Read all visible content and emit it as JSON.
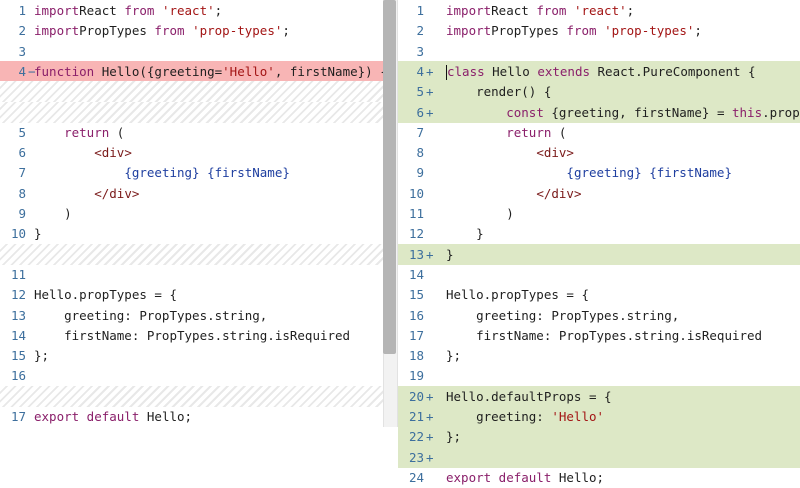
{
  "left_pane": {
    "rows": [
      {
        "num": "1",
        "marker": "",
        "style": "",
        "tokens": [
          [
            "kw",
            "import"
          ],
          [
            "",
            "React "
          ],
          [
            "kw",
            "from "
          ],
          [
            "str",
            "'react'"
          ],
          [
            "",
            ";"
          ]
        ]
      },
      {
        "num": "2",
        "marker": "",
        "style": "",
        "tokens": [
          [
            "kw",
            "import"
          ],
          [
            "",
            "PropTypes "
          ],
          [
            "kw",
            "from "
          ],
          [
            "str",
            "'prop-types'"
          ],
          [
            "",
            ";"
          ]
        ]
      },
      {
        "num": "3",
        "marker": "",
        "style": "",
        "tokens": []
      },
      {
        "num": "4",
        "marker": "−",
        "style": "removed",
        "tokens": [
          [
            "kw",
            "function "
          ],
          [
            "",
            "Hello({greeting="
          ],
          [
            "str",
            "'Hello'"
          ],
          [
            "",
            ", firstName}) {"
          ]
        ]
      },
      {
        "num": "",
        "marker": "",
        "style": "placeholder",
        "tokens": []
      },
      {
        "num": "",
        "marker": "",
        "style": "placeholder",
        "tokens": []
      },
      {
        "num": "5",
        "marker": "",
        "style": "",
        "tokens": [
          [
            "",
            "    "
          ],
          [
            "kw",
            "return"
          ],
          [
            "",
            " ("
          ]
        ]
      },
      {
        "num": "6",
        "marker": "",
        "style": "",
        "tokens": [
          [
            "",
            "        "
          ],
          [
            "tag",
            "<div>"
          ]
        ]
      },
      {
        "num": "7",
        "marker": "",
        "style": "",
        "tokens": [
          [
            "",
            "            "
          ],
          [
            "attr",
            "{greeting} {firstName}"
          ]
        ]
      },
      {
        "num": "8",
        "marker": "",
        "style": "",
        "tokens": [
          [
            "",
            "        "
          ],
          [
            "tag",
            "</div>"
          ]
        ]
      },
      {
        "num": "9",
        "marker": "",
        "style": "",
        "tokens": [
          [
            "",
            "    )"
          ]
        ]
      },
      {
        "num": "10",
        "marker": "",
        "style": "",
        "tokens": [
          [
            "",
            "}"
          ]
        ]
      },
      {
        "num": "",
        "marker": "",
        "style": "placeholder",
        "tokens": []
      },
      {
        "num": "11",
        "marker": "",
        "style": "",
        "tokens": []
      },
      {
        "num": "12",
        "marker": "",
        "style": "",
        "tokens": [
          [
            "",
            "Hello.propTypes = {"
          ]
        ]
      },
      {
        "num": "13",
        "marker": "",
        "style": "",
        "tokens": [
          [
            "",
            "    greeting: PropTypes.string,"
          ]
        ]
      },
      {
        "num": "14",
        "marker": "",
        "style": "",
        "tokens": [
          [
            "",
            "    firstName: PropTypes.string.isRequired"
          ]
        ]
      },
      {
        "num": "15",
        "marker": "",
        "style": "",
        "tokens": [
          [
            "",
            "};"
          ]
        ]
      },
      {
        "num": "16",
        "marker": "",
        "style": "",
        "tokens": []
      },
      {
        "num": "",
        "marker": "",
        "style": "placeholder",
        "tokens": []
      },
      {
        "num": "17",
        "marker": "",
        "style": "",
        "tokens": [
          [
            "kw",
            "export default "
          ],
          [
            "",
            "Hello;"
          ]
        ]
      }
    ]
  },
  "right_pane": {
    "rows": [
      {
        "num": "1",
        "marker": "",
        "style": "",
        "tokens": [
          [
            "kw",
            "import"
          ],
          [
            "",
            "React "
          ],
          [
            "kw",
            "from "
          ],
          [
            "str",
            "'react'"
          ],
          [
            "",
            ";"
          ]
        ]
      },
      {
        "num": "2",
        "marker": "",
        "style": "",
        "tokens": [
          [
            "kw",
            "import"
          ],
          [
            "",
            "PropTypes "
          ],
          [
            "kw",
            "from "
          ],
          [
            "str",
            "'prop-types'"
          ],
          [
            "",
            ";"
          ]
        ]
      },
      {
        "num": "3",
        "marker": "",
        "style": "",
        "tokens": []
      },
      {
        "num": "4",
        "marker": "+",
        "style": "added",
        "tokens": [
          [
            "kw",
            "class "
          ],
          [
            "",
            "Hello "
          ],
          [
            "kw",
            "extends "
          ],
          [
            "",
            "React.PureComponent {"
          ]
        ]
      },
      {
        "num": "5",
        "marker": "+",
        "style": "added",
        "tokens": [
          [
            "",
            "    render() {"
          ]
        ]
      },
      {
        "num": "6",
        "marker": "+",
        "style": "added",
        "tokens": [
          [
            "",
            "        "
          ],
          [
            "kw",
            "const "
          ],
          [
            "",
            "{greeting, firstName} = "
          ],
          [
            "kw",
            "this"
          ],
          [
            "",
            ".props;"
          ]
        ]
      },
      {
        "num": "7",
        "marker": "",
        "style": "",
        "tokens": [
          [
            "",
            "        "
          ],
          [
            "kw",
            "return"
          ],
          [
            "",
            " ("
          ]
        ]
      },
      {
        "num": "8",
        "marker": "",
        "style": "",
        "tokens": [
          [
            "",
            "            "
          ],
          [
            "tag",
            "<div>"
          ]
        ]
      },
      {
        "num": "9",
        "marker": "",
        "style": "",
        "tokens": [
          [
            "",
            "                "
          ],
          [
            "attr",
            "{greeting} {firstName}"
          ]
        ]
      },
      {
        "num": "10",
        "marker": "",
        "style": "",
        "tokens": [
          [
            "",
            "            "
          ],
          [
            "tag",
            "</div>"
          ]
        ]
      },
      {
        "num": "11",
        "marker": "",
        "style": "",
        "tokens": [
          [
            "",
            "        )"
          ]
        ]
      },
      {
        "num": "12",
        "marker": "",
        "style": "",
        "tokens": [
          [
            "",
            "    }"
          ]
        ]
      },
      {
        "num": "13",
        "marker": "+",
        "style": "added",
        "tokens": [
          [
            "",
            "}"
          ]
        ]
      },
      {
        "num": "14",
        "marker": "",
        "style": "",
        "tokens": []
      },
      {
        "num": "15",
        "marker": "",
        "style": "",
        "tokens": [
          [
            "",
            "Hello.propTypes = {"
          ]
        ]
      },
      {
        "num": "16",
        "marker": "",
        "style": "",
        "tokens": [
          [
            "",
            "    greeting: PropTypes.string,"
          ]
        ]
      },
      {
        "num": "17",
        "marker": "",
        "style": "",
        "tokens": [
          [
            "",
            "    firstName: PropTypes.string.isRequired"
          ]
        ]
      },
      {
        "num": "18",
        "marker": "",
        "style": "",
        "tokens": [
          [
            "",
            "};"
          ]
        ]
      },
      {
        "num": "19",
        "marker": "",
        "style": "",
        "tokens": []
      },
      {
        "num": "20",
        "marker": "+",
        "style": "added",
        "tokens": [
          [
            "",
            "Hello.defaultProps = {"
          ]
        ]
      },
      {
        "num": "21",
        "marker": "+",
        "style": "added",
        "tokens": [
          [
            "",
            "    greeting: "
          ],
          [
            "str",
            "'Hello'"
          ]
        ]
      },
      {
        "num": "22",
        "marker": "+",
        "style": "added",
        "tokens": [
          [
            "",
            "};"
          ]
        ]
      },
      {
        "num": "23",
        "marker": "+",
        "style": "added",
        "tokens": []
      },
      {
        "num": "24",
        "marker": "",
        "style": "",
        "tokens": [
          [
            "kw",
            "export default "
          ],
          [
            "",
            "Hello;"
          ]
        ]
      }
    ]
  }
}
